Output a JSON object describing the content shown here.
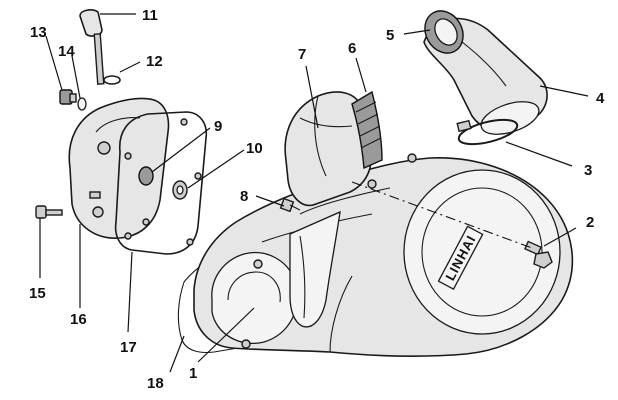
{
  "diagram": {
    "brand_text": "LINHAI",
    "callouts": [
      {
        "id": "c1",
        "label": "1"
      },
      {
        "id": "c2",
        "label": "2"
      },
      {
        "id": "c3",
        "label": "3"
      },
      {
        "id": "c4",
        "label": "4"
      },
      {
        "id": "c5",
        "label": "5"
      },
      {
        "id": "c6",
        "label": "6"
      },
      {
        "id": "c7",
        "label": "7"
      },
      {
        "id": "c8",
        "label": "8"
      },
      {
        "id": "c9",
        "label": "9"
      },
      {
        "id": "c10",
        "label": "10"
      },
      {
        "id": "c11",
        "label": "11"
      },
      {
        "id": "c12",
        "label": "12"
      },
      {
        "id": "c13",
        "label": "13"
      },
      {
        "id": "c14",
        "label": "14"
      },
      {
        "id": "c15",
        "label": "15"
      },
      {
        "id": "c16",
        "label": "16"
      },
      {
        "id": "c17",
        "label": "17"
      },
      {
        "id": "c18",
        "label": "18"
      }
    ]
  }
}
